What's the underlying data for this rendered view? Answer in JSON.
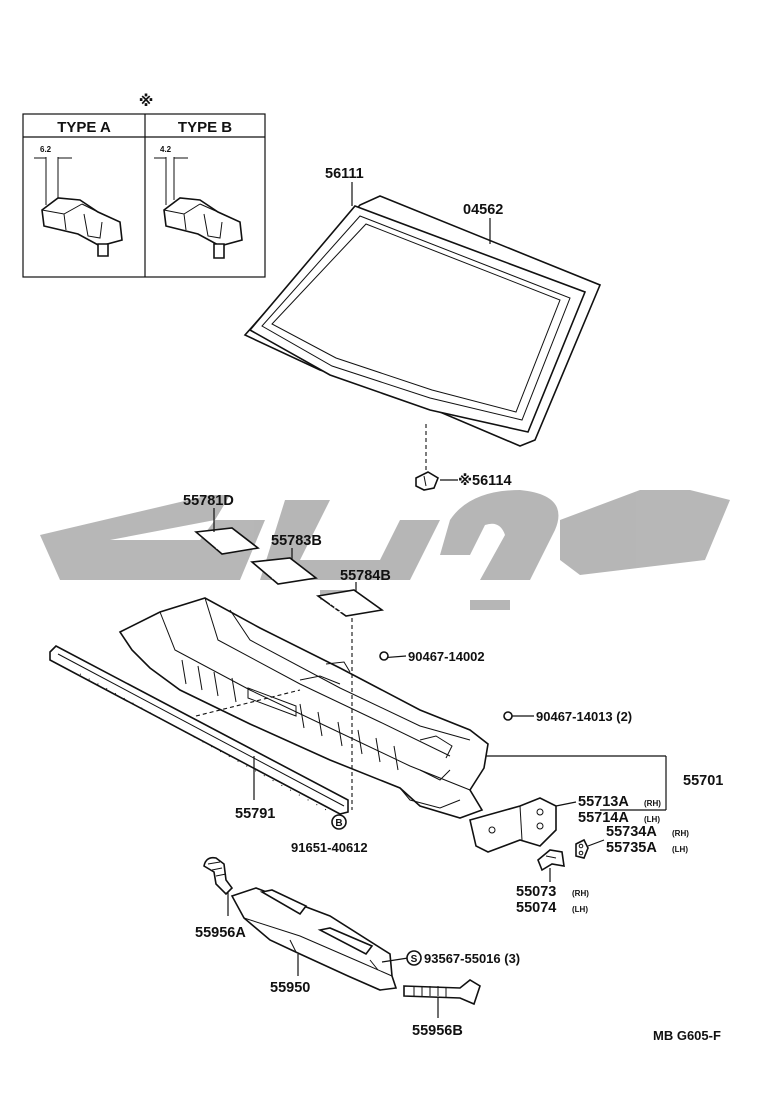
{
  "type_box": {
    "marker": "※",
    "type_a": {
      "label": "TYPE A",
      "dim": "6.2"
    },
    "type_b": {
      "label": "TYPE B",
      "dim": "4.2"
    }
  },
  "watermark": {
    "text": "ﭽﻠﺮﻮﻫ",
    "color": "#b3b3b3"
  },
  "parts": {
    "p56111": "56111",
    "p04562": "04562",
    "p56114": "56114",
    "p56114_mark": "※",
    "p55781D": "55781D",
    "p55783B": "55783B",
    "p55784B": "55784B",
    "p90467_14002": "90467-14002",
    "p90467_14013": "90467-14013 (2)",
    "p55701": "55701",
    "p55713A": "55713A",
    "p55713A_sub": "(RH)",
    "p55714A": "55714A",
    "p55714A_sub": "(LH)",
    "p55734A": "55734A",
    "p55734A_sub": "(RH)",
    "p55735A": "55735A",
    "p55735A_sub": "(LH)",
    "p55073": "55073",
    "p55073_sub": "(RH)",
    "p55074": "55074",
    "p55074_sub": "(LH)",
    "p55791": "55791",
    "p91651_40612": "91651-40612",
    "badge_b": "B",
    "p55956A": "55956A",
    "p55950": "55950",
    "p93567_55016": "93567-55016 (3)",
    "badge_s": "S",
    "p55956B": "55956B"
  },
  "footer": {
    "code": "MB G605-F"
  }
}
